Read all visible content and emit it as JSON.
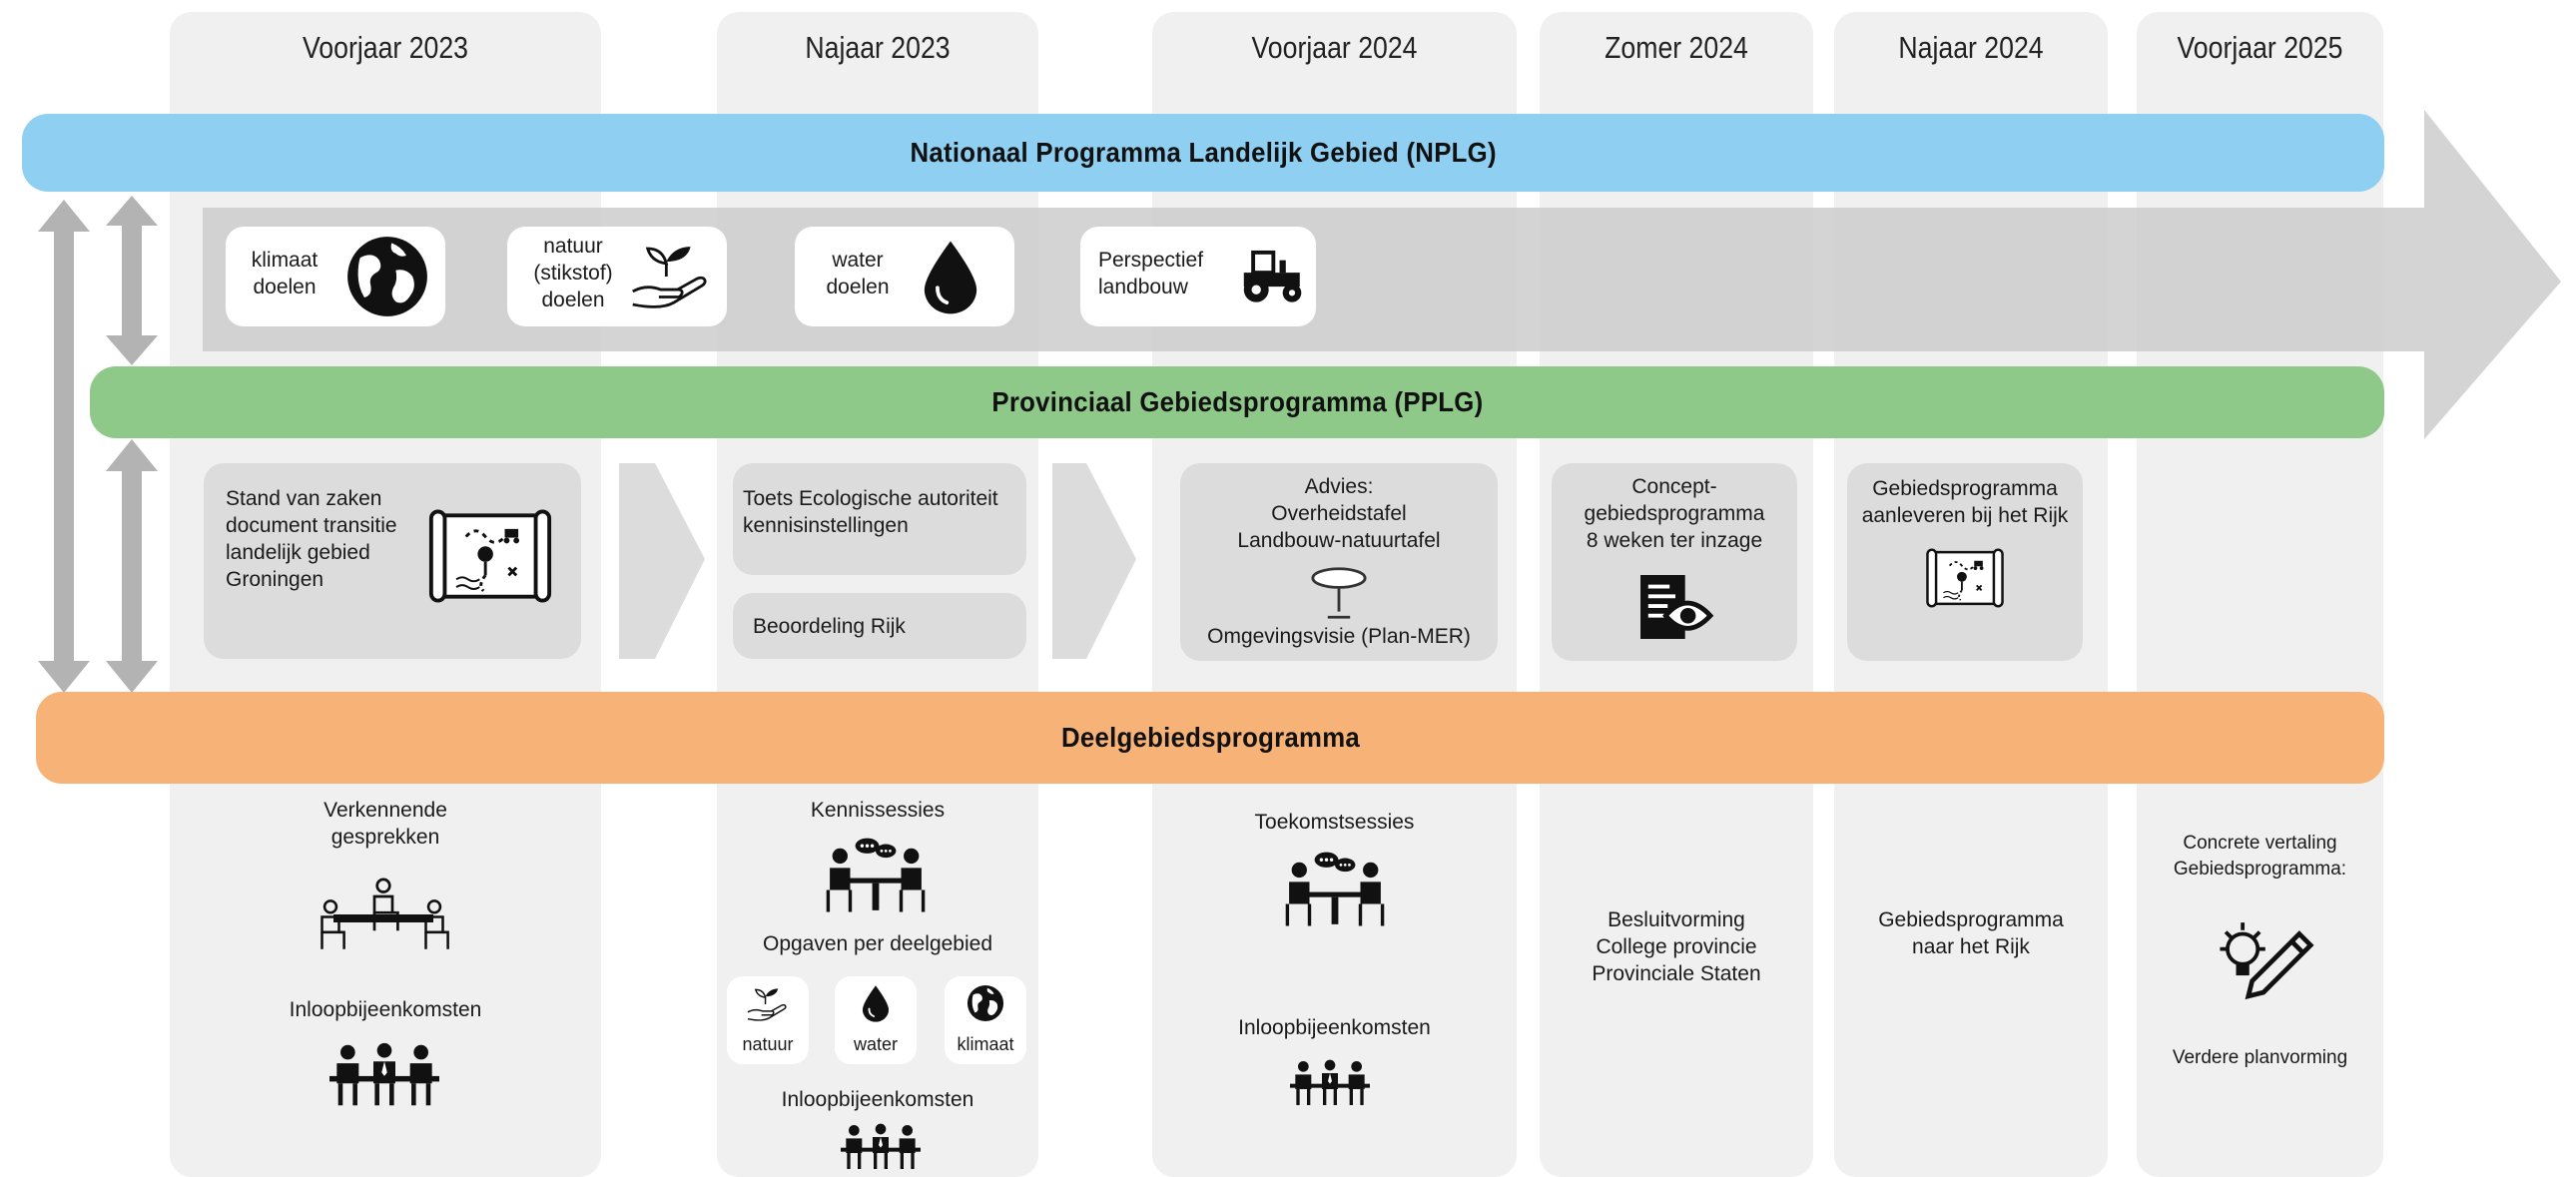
{
  "columns": [
    "Voorjaar 2023",
    "Najaar 2023",
    "Voorjaar 2024",
    "Zomer 2024",
    "Najaar 2024",
    "Voorjaar 2025"
  ],
  "bands": {
    "nplg": "Nationaal Programma Landelijk Gebied (NPLG)",
    "pplg": "Provinciaal Gebiedsprogramma (PPLG)",
    "deel": "Deelgebiedsprogramma"
  },
  "colors": {
    "nplg": "#8ecff2",
    "pplg": "#8fc98a",
    "deel": "#f7b377",
    "arrow": "#cccccc",
    "column": "#f0f0f0",
    "card": "#dcdcdc"
  },
  "goals": [
    {
      "lines": [
        "klimaat",
        "doelen"
      ],
      "icon": "globe-icon"
    },
    {
      "lines": [
        "natuur",
        "(stikstof)",
        "doelen"
      ],
      "icon": "plant-hand-icon"
    },
    {
      "lines": [
        "water",
        "doelen"
      ],
      "icon": "water-drop-icon"
    },
    {
      "lines": [
        "Perspectief",
        "landbouw"
      ],
      "icon": "tractor-icon"
    }
  ],
  "pplg_cards": {
    "stand": [
      "Stand van zaken",
      "document transitie",
      "landelijk gebied",
      "Groningen"
    ],
    "toets": [
      "Toets Ecologische autoriteit",
      "kennisinstellingen"
    ],
    "beoordeling": "Beoordeling Rijk",
    "advies": [
      "Advies:",
      "Overheidstafel",
      "Landbouw-natuurtafel"
    ],
    "omgevingsvisie": "Omgevingsvisie (Plan-MER)",
    "concept": [
      "Concept-",
      "gebiedsprogramma",
      "8 weken ter inzage"
    ],
    "aanleveren": [
      "Gebiedsprogramma",
      "aanleveren bij het Rijk"
    ]
  },
  "deel": {
    "col1": {
      "title": [
        "Verkennende",
        "gesprekken"
      ],
      "sub": "Inloopbijeenkomsten"
    },
    "col2": {
      "title": "Kennissessies",
      "mid": "Opgaven per deelgebied",
      "boxes": [
        "natuur",
        "water",
        "klimaat"
      ],
      "sub": "Inloopbijeenkomsten"
    },
    "col3": {
      "title": "Toekomstsessies",
      "sub": "Inloopbijeenkomsten"
    },
    "col4": {
      "lines": [
        "Besluitvorming",
        "College provincie",
        "Provinciale Staten"
      ]
    },
    "col5": {
      "lines": [
        "Gebiedsprogramma",
        "naar het Rijk"
      ]
    },
    "col6": {
      "title": [
        "Concrete vertaling",
        "Gebiedsprogramma:"
      ],
      "sub": "Verdere planvorming"
    }
  }
}
